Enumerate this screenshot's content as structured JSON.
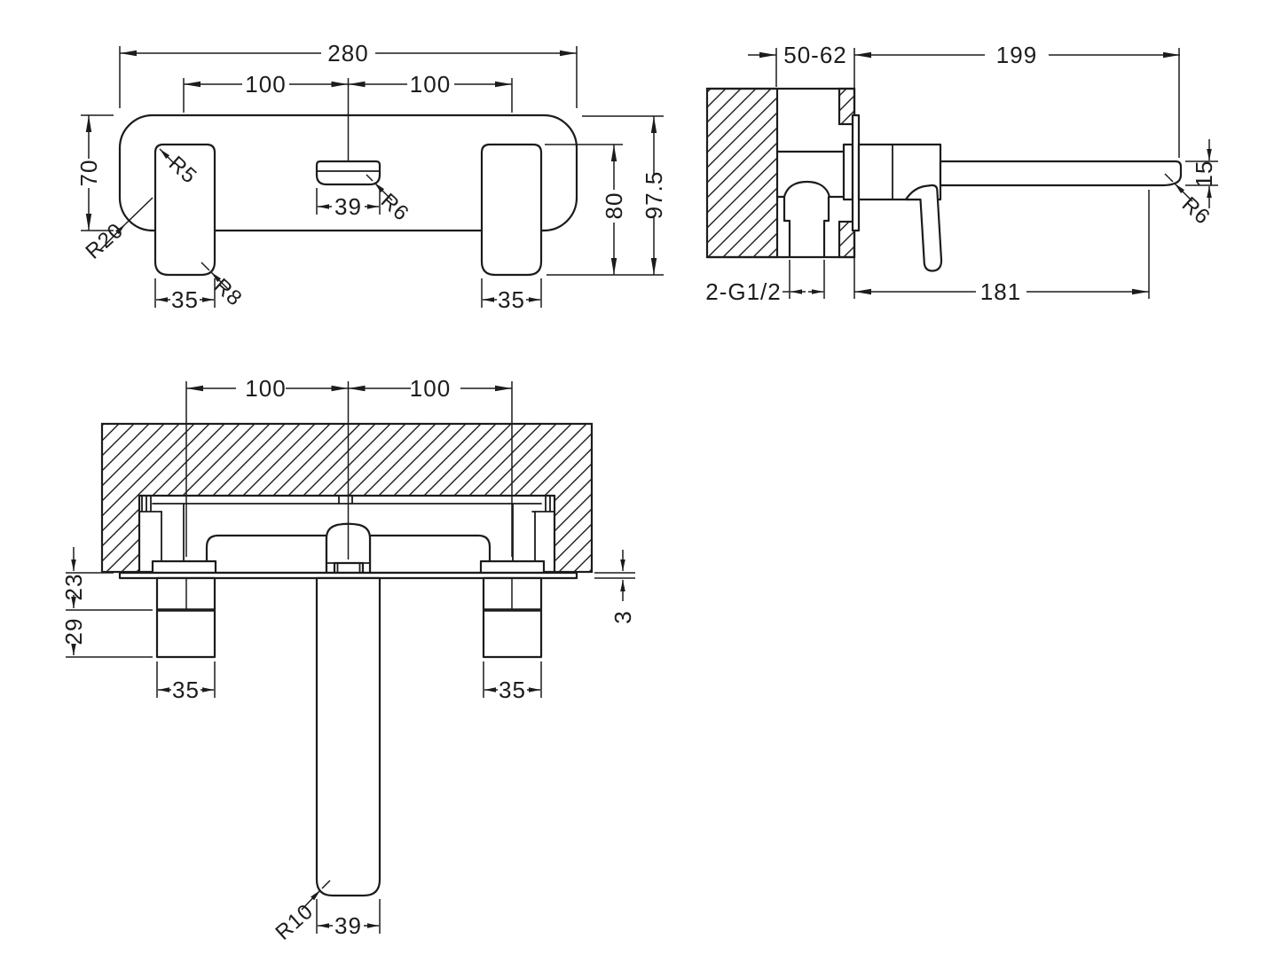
{
  "colors": {
    "line": "#1c1c1c",
    "background": "#ffffff"
  },
  "front_view": {
    "dims": {
      "overall_width": "280",
      "spacing_left": "100",
      "spacing_right": "100",
      "plate_height": "70",
      "overall_height": "97.5",
      "handle_height": "80",
      "handle_width_left": "35",
      "handle_width_right": "35",
      "spout_width": "39"
    },
    "radii": {
      "handle_top_corner": "R5",
      "spout_corner": "R6",
      "handle_bottom_corner": "R8",
      "plate_corner": "R20"
    }
  },
  "side_view": {
    "dims": {
      "wall_thickness_range": "50-62",
      "spout_reach": "199",
      "spout_tip_height": "15",
      "spout_projection": "181",
      "inlet_thread": "2-G1/2"
    },
    "radii": {
      "spout_tip_corner": "R6"
    }
  },
  "bottom_view": {
    "dims": {
      "spacing_left": "100",
      "spacing_right": "100",
      "depth_rear": "23",
      "depth_front": "29",
      "plate_thickness": "3",
      "handle_width_left": "35",
      "handle_width_right": "35",
      "spout_width": "39"
    },
    "radii": {
      "spout_corner": "R10"
    }
  }
}
